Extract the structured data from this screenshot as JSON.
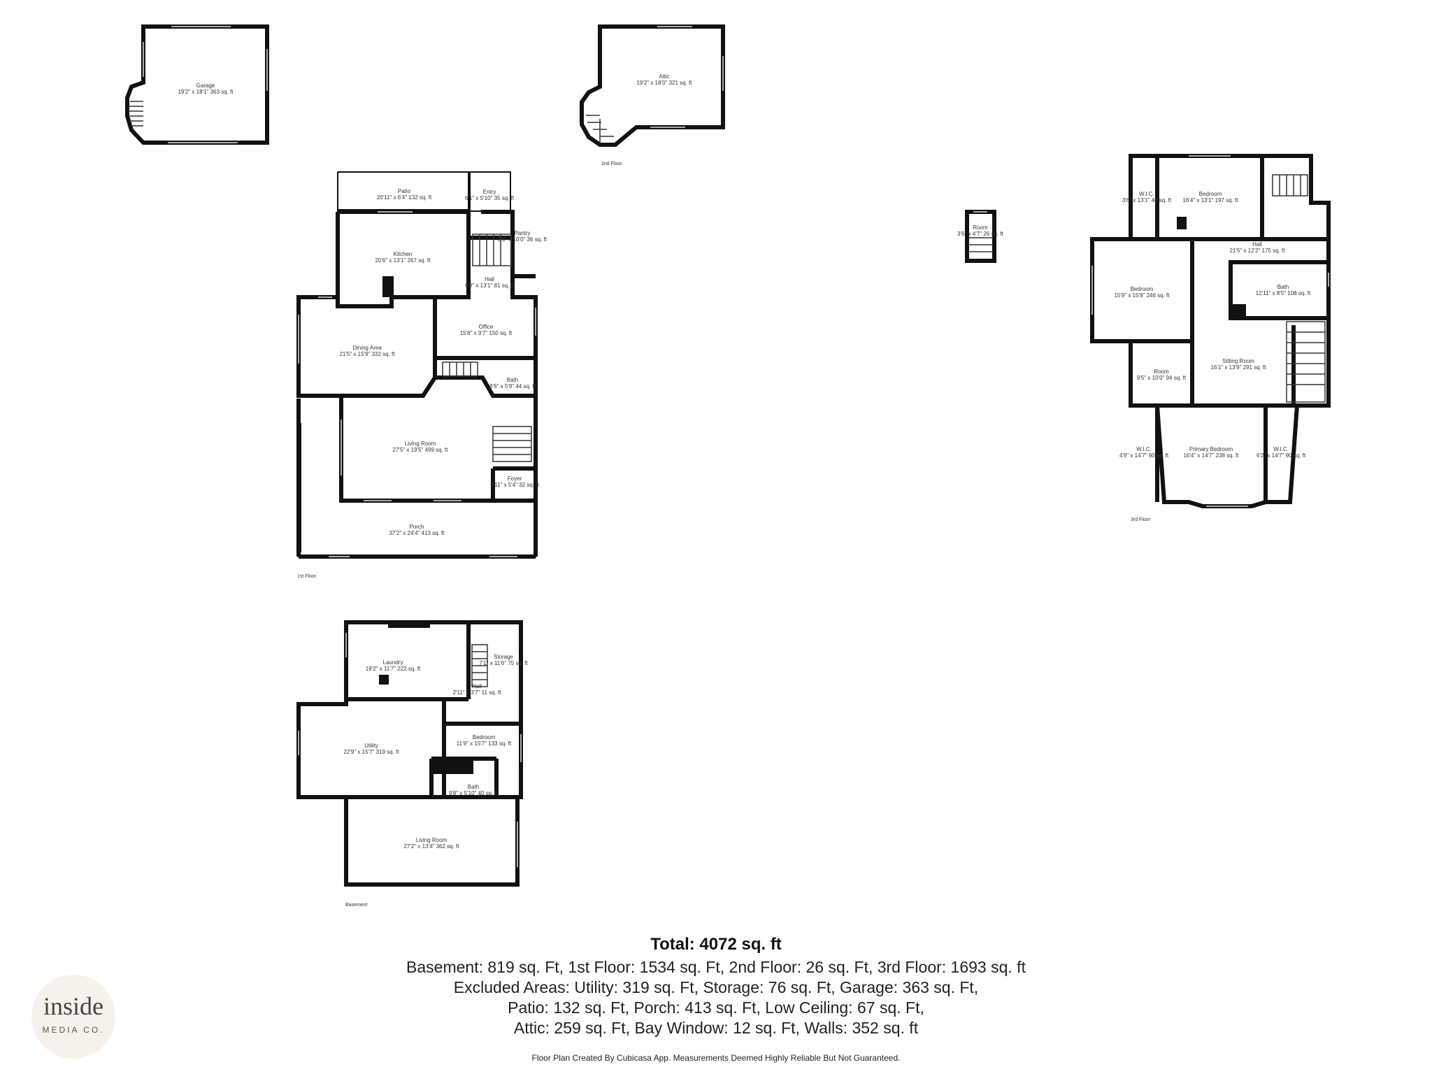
{
  "floors": {
    "garage": {
      "title": "",
      "rooms": [
        {
          "name": "Garage",
          "dims": "19'2\" x 18'1\" 363 sq. ft"
        }
      ]
    },
    "second": {
      "title": "2nd Floor",
      "rooms": [
        {
          "name": "Attic",
          "dims": "19'2\" x 18'0\" 321 sq. ft"
        },
        {
          "name": "Room",
          "dims": "3'6\" x 4'7\" 26 sq. ft"
        }
      ]
    },
    "first": {
      "title": "1st Floor",
      "rooms": [
        {
          "name": "Patio",
          "dims": "20'11\" x 6'4\" 132 sq. ft"
        },
        {
          "name": "Entry",
          "dims": "6'1\" x 5'10\" 35 sq. ft"
        },
        {
          "name": "Pantry",
          "dims": "3'6\" x 10'0\" 36 sq. ft"
        },
        {
          "name": "Kitchen",
          "dims": "20'6\" x 13'1\" 267 sq. ft"
        },
        {
          "name": "Hall",
          "dims": "6'3\" x 13'1\" 81 sq. ft"
        },
        {
          "name": "Office",
          "dims": "15'8\" x 9'7\" 150 sq. ft"
        },
        {
          "name": "Dining Area",
          "dims": "21'5\" x 15'9\" 332 sq. ft"
        },
        {
          "name": "Bath",
          "dims": "8'6\" x 5'9\" 44 sq. ft"
        },
        {
          "name": "Living Room",
          "dims": "27'5\" x 19'5\" 499 sq. ft"
        },
        {
          "name": "Foyer",
          "dims": "5'11\" x 5'4\" 32 sq. ft"
        },
        {
          "name": "Porch",
          "dims": "37'2\" x 24'4\" 413 sq. ft"
        }
      ]
    },
    "third": {
      "title": "3rd Floor",
      "rooms": [
        {
          "name": "W.I.C.",
          "dims": "3'6\" x 13'1\" 46 sq. ft"
        },
        {
          "name": "Bedroom",
          "dims": "16'4\" x 13'1\" 197 sq. ft"
        },
        {
          "name": "Hall",
          "dims": "21'5\" x 12'2\" 175 sq. ft"
        },
        {
          "name": "Bedroom",
          "dims": "15'9\" x 15'8\" 246 sq. ft"
        },
        {
          "name": "Bath",
          "dims": "12'11\" x 8'5\" 108 sq. ft"
        },
        {
          "name": "Room",
          "dims": "9'5\" x 10'0\" 94 sq. ft"
        },
        {
          "name": "Sitting Room",
          "dims": "16'1\" x 13'9\" 291 sq. ft"
        },
        {
          "name": "W.I.C.",
          "dims": "4'9\" x 14'7\" 60 sq. ft"
        },
        {
          "name": "Primary Bedroom",
          "dims": "16'4\" x 14'7\" 238 sq. ft"
        },
        {
          "name": "W.I.C.",
          "dims": "6'2\" x 14'7\" 90 sq. ft"
        }
      ]
    },
    "basement": {
      "title": "Basement",
      "rooms": [
        {
          "name": "Laundry",
          "dims": "19'2\" x 11'7\" 222 sq. ft"
        },
        {
          "name": "Storage",
          "dims": "7'1\" x 11'6\" 75 sq. ft"
        },
        {
          "name": "Hall",
          "dims": "2'11\" x 3'7\" 11 sq. ft"
        },
        {
          "name": "Utility",
          "dims": "22'9\" x 15'7\" 319 sq. ft"
        },
        {
          "name": "Bedroom",
          "dims": "11'9\" x 15'7\" 133 sq. ft"
        },
        {
          "name": "Bath",
          "dims": "9'8\" x 5'10\" 40 sq. ft"
        },
        {
          "name": "Living Room",
          "dims": "27'2\" x 13'4\" 362 sq. ft"
        }
      ]
    }
  },
  "summary": {
    "total": "Total: 4072 sq. ft",
    "line1": "Basement: 819 sq. Ft, 1st Floor: 1534 sq. Ft, 2nd Floor: 26 sq. Ft, 3rd Floor: 1693 sq. ft",
    "line2": "Excluded Areas: Utility: 319 sq. Ft, Storage: 76 sq. Ft, Garage: 363 sq. Ft,",
    "line3": "Patio: 132 sq. Ft, Porch: 413 sq. Ft, Low Ceiling: 67 sq. Ft,",
    "line4": "Attic: 259 sq. Ft, Bay Window: 12 sq. Ft, Walls: 352 sq. ft"
  },
  "disclaimer": "Floor Plan Created By Cubicasa App. Measurements Deemed Highly Reliable But Not Guaranteed.",
  "logo": {
    "word": "inside",
    "sub": "MEDIA CO."
  },
  "colors": {
    "wall": "#111111",
    "window": "#aaaaaa",
    "logo_bg": "#f6f1ea"
  }
}
